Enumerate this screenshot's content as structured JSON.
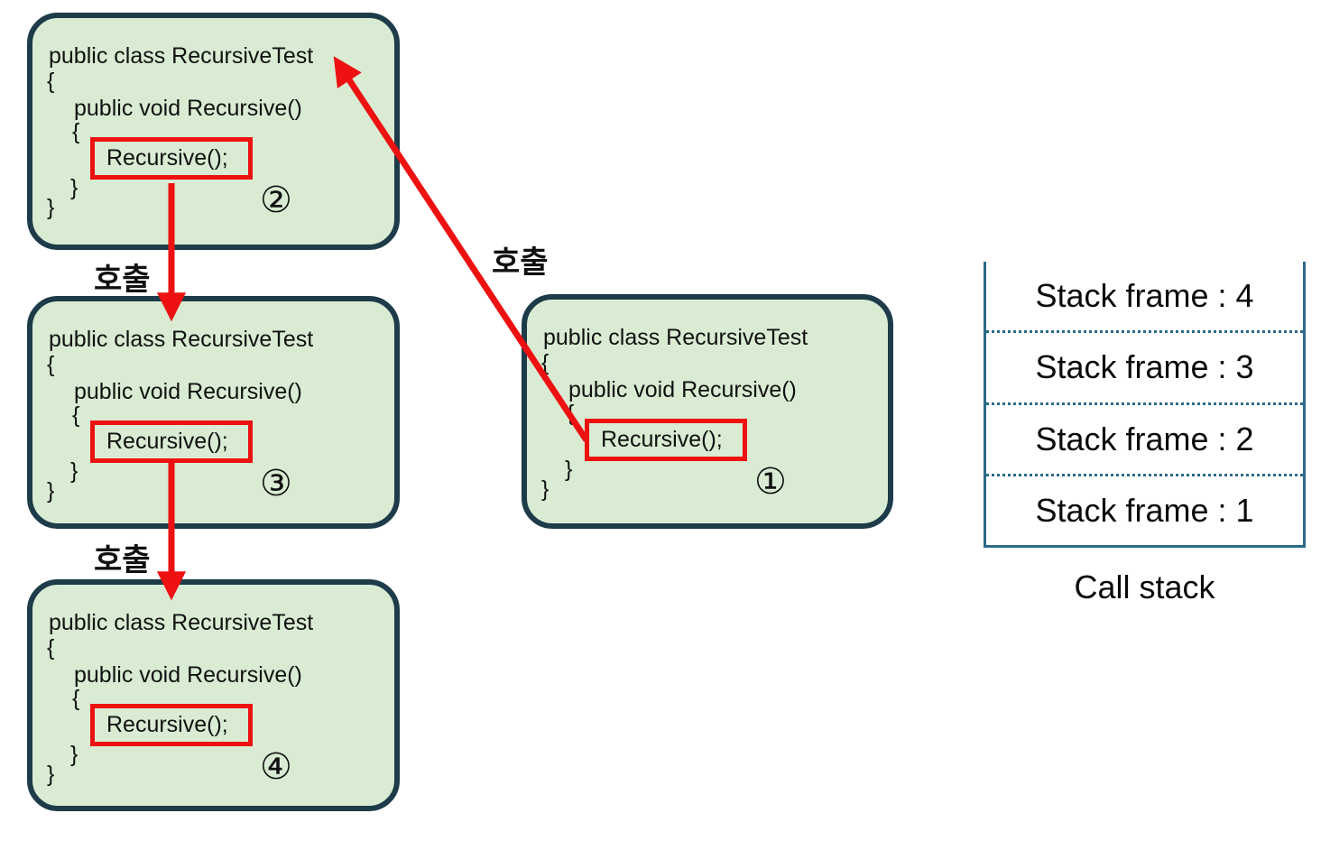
{
  "colors": {
    "box_fill": "#d9ecd3",
    "box_border": "#1d3b49",
    "highlight_red": "#ed1111",
    "stack_border": "#2b6b89",
    "text": "#111111"
  },
  "code": {
    "line1": "public class RecursiveTest",
    "line2": "{",
    "line3": "public void Recursive()",
    "line4": "{",
    "line5": "Recursive();",
    "line6": "}",
    "line7": "}"
  },
  "badges": {
    "box1": "①",
    "box2": "②",
    "box3": "③",
    "box4": "④"
  },
  "labels": {
    "call_top": "호출",
    "call_bottom": "호출",
    "call_diagonal": "호출"
  },
  "call_stack": {
    "frames": [
      {
        "label": "Stack frame : 4"
      },
      {
        "label": "Stack frame : 3"
      },
      {
        "label": "Stack frame : 2"
      },
      {
        "label": "Stack frame : 1"
      }
    ],
    "caption": "Call stack"
  }
}
